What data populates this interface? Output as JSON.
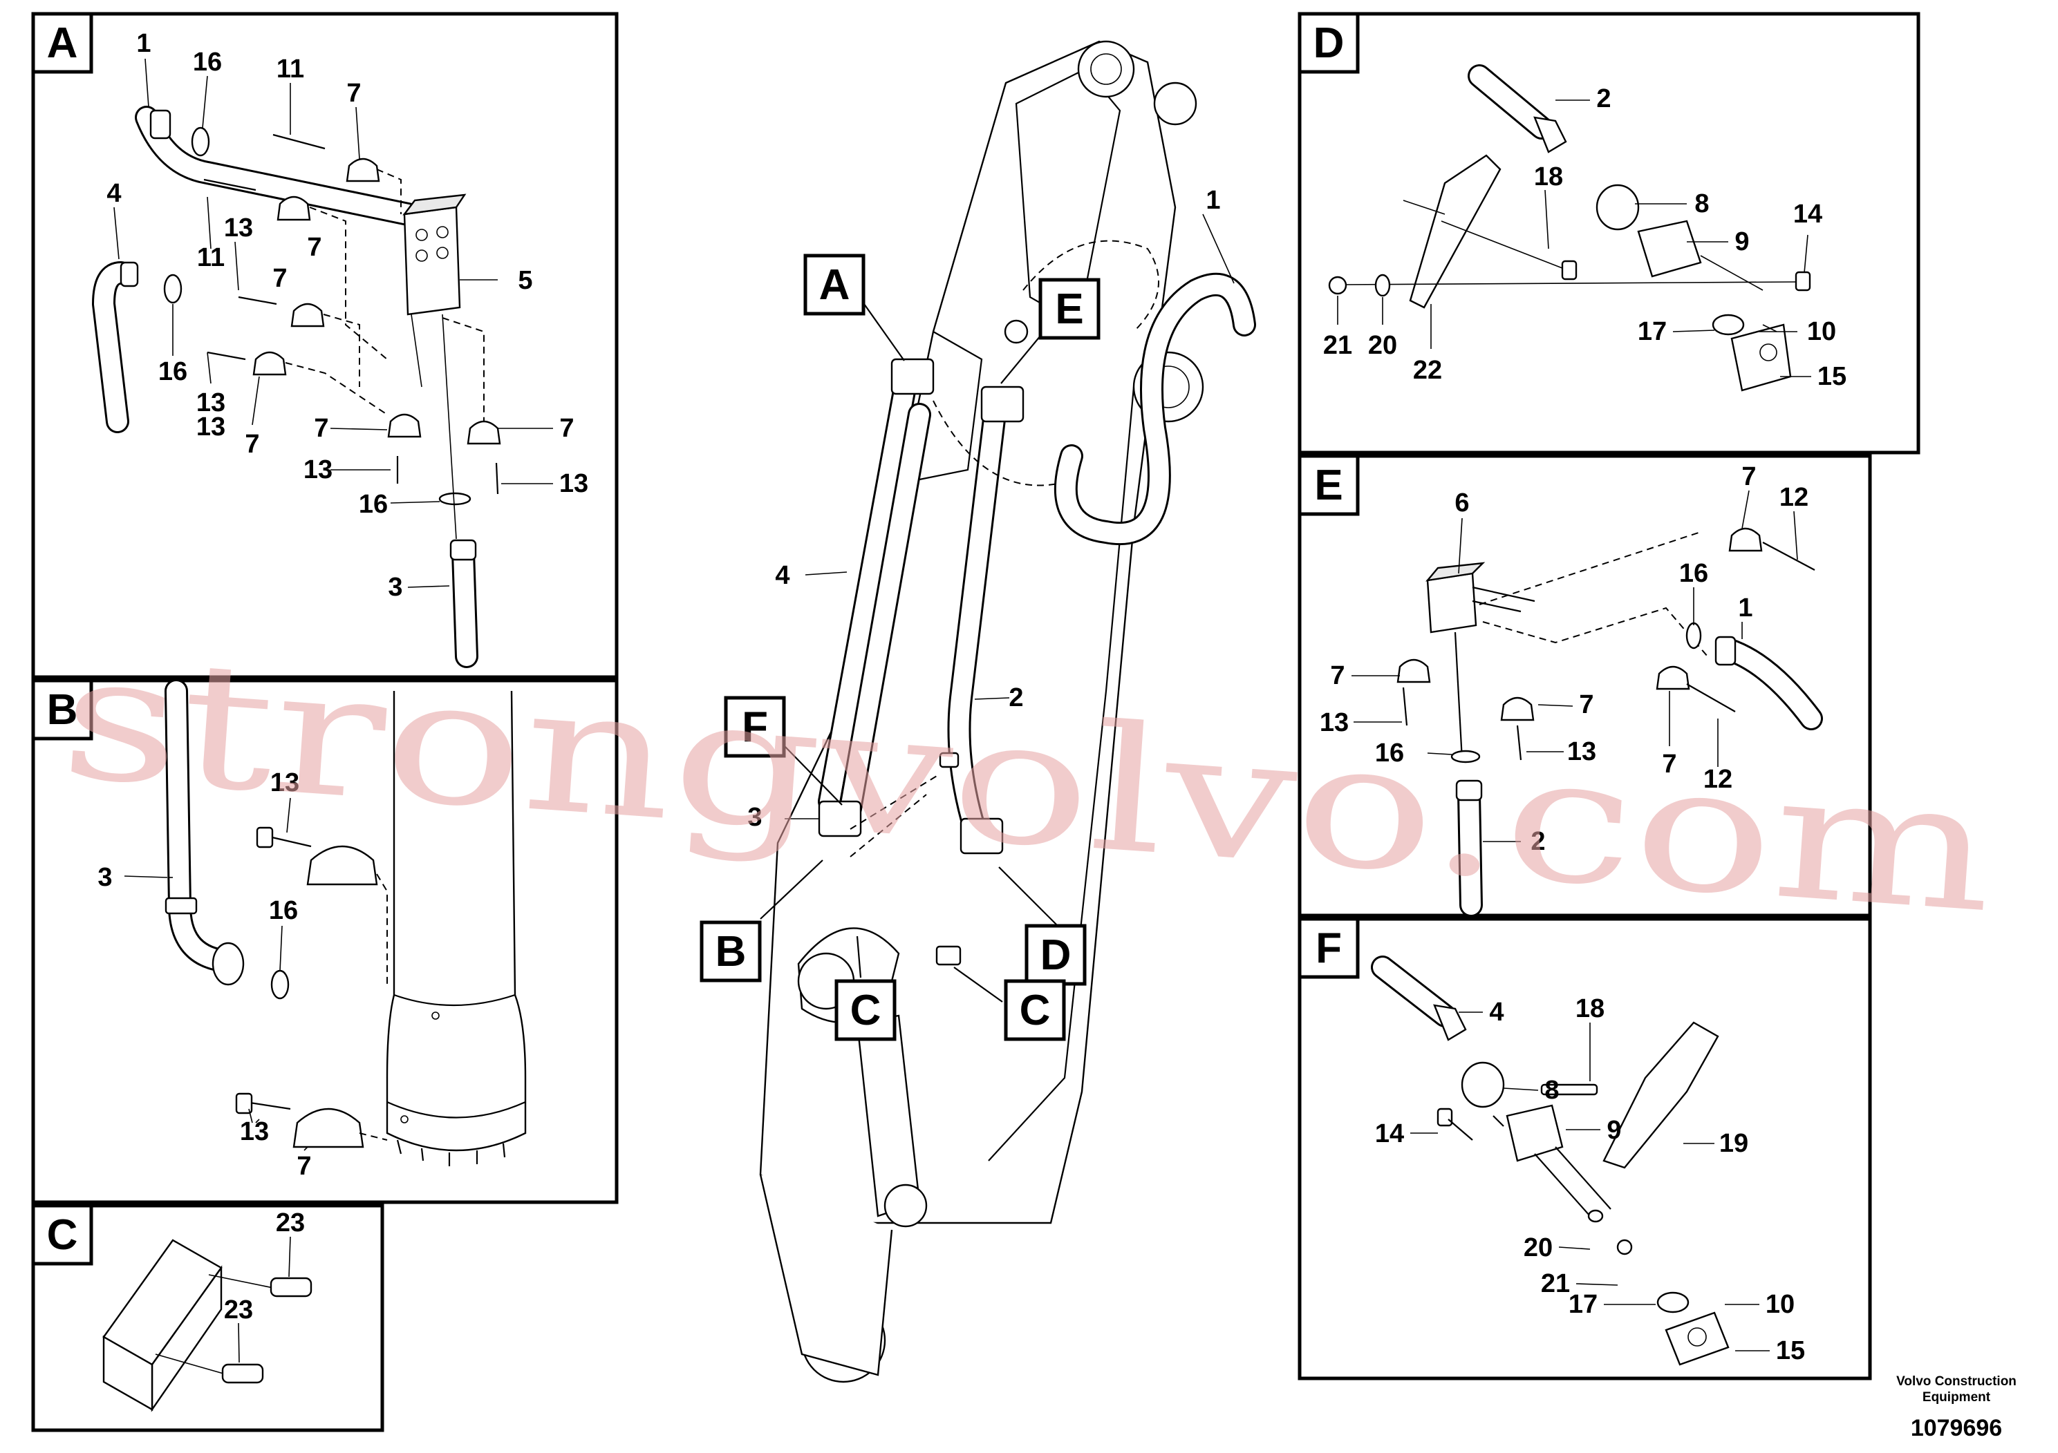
{
  "panels": {
    "A": {
      "letter": "A"
    },
    "B": {
      "letter": "B"
    },
    "C": {
      "letter": "C"
    },
    "D": {
      "letter": "D"
    },
    "E": {
      "letter": "E"
    },
    "F": {
      "letter": "F"
    }
  },
  "callouts": {
    "A": "A",
    "E": "E",
    "F": "F",
    "B": "B",
    "D": "D",
    "C1": "C",
    "C2": "C"
  },
  "parts": {
    "p1": "1",
    "p2": "2",
    "p3": "3",
    "p4": "4",
    "p5": "5",
    "p6": "6",
    "p7": "7",
    "p8": "8",
    "p9": "9",
    "p10": "10",
    "p11": "11",
    "p12": "12",
    "p13": "13",
    "p14": "14",
    "p15": "15",
    "p16": "16",
    "p17": "17",
    "p18": "18",
    "p19": "19",
    "p20": "20",
    "p21": "21",
    "p22": "22",
    "p23": "23"
  },
  "footer": {
    "company_line1": "Volvo Construction",
    "company_line2": "Equipment",
    "drawing_number": "1079696"
  },
  "watermark": "strongvolvo.com"
}
